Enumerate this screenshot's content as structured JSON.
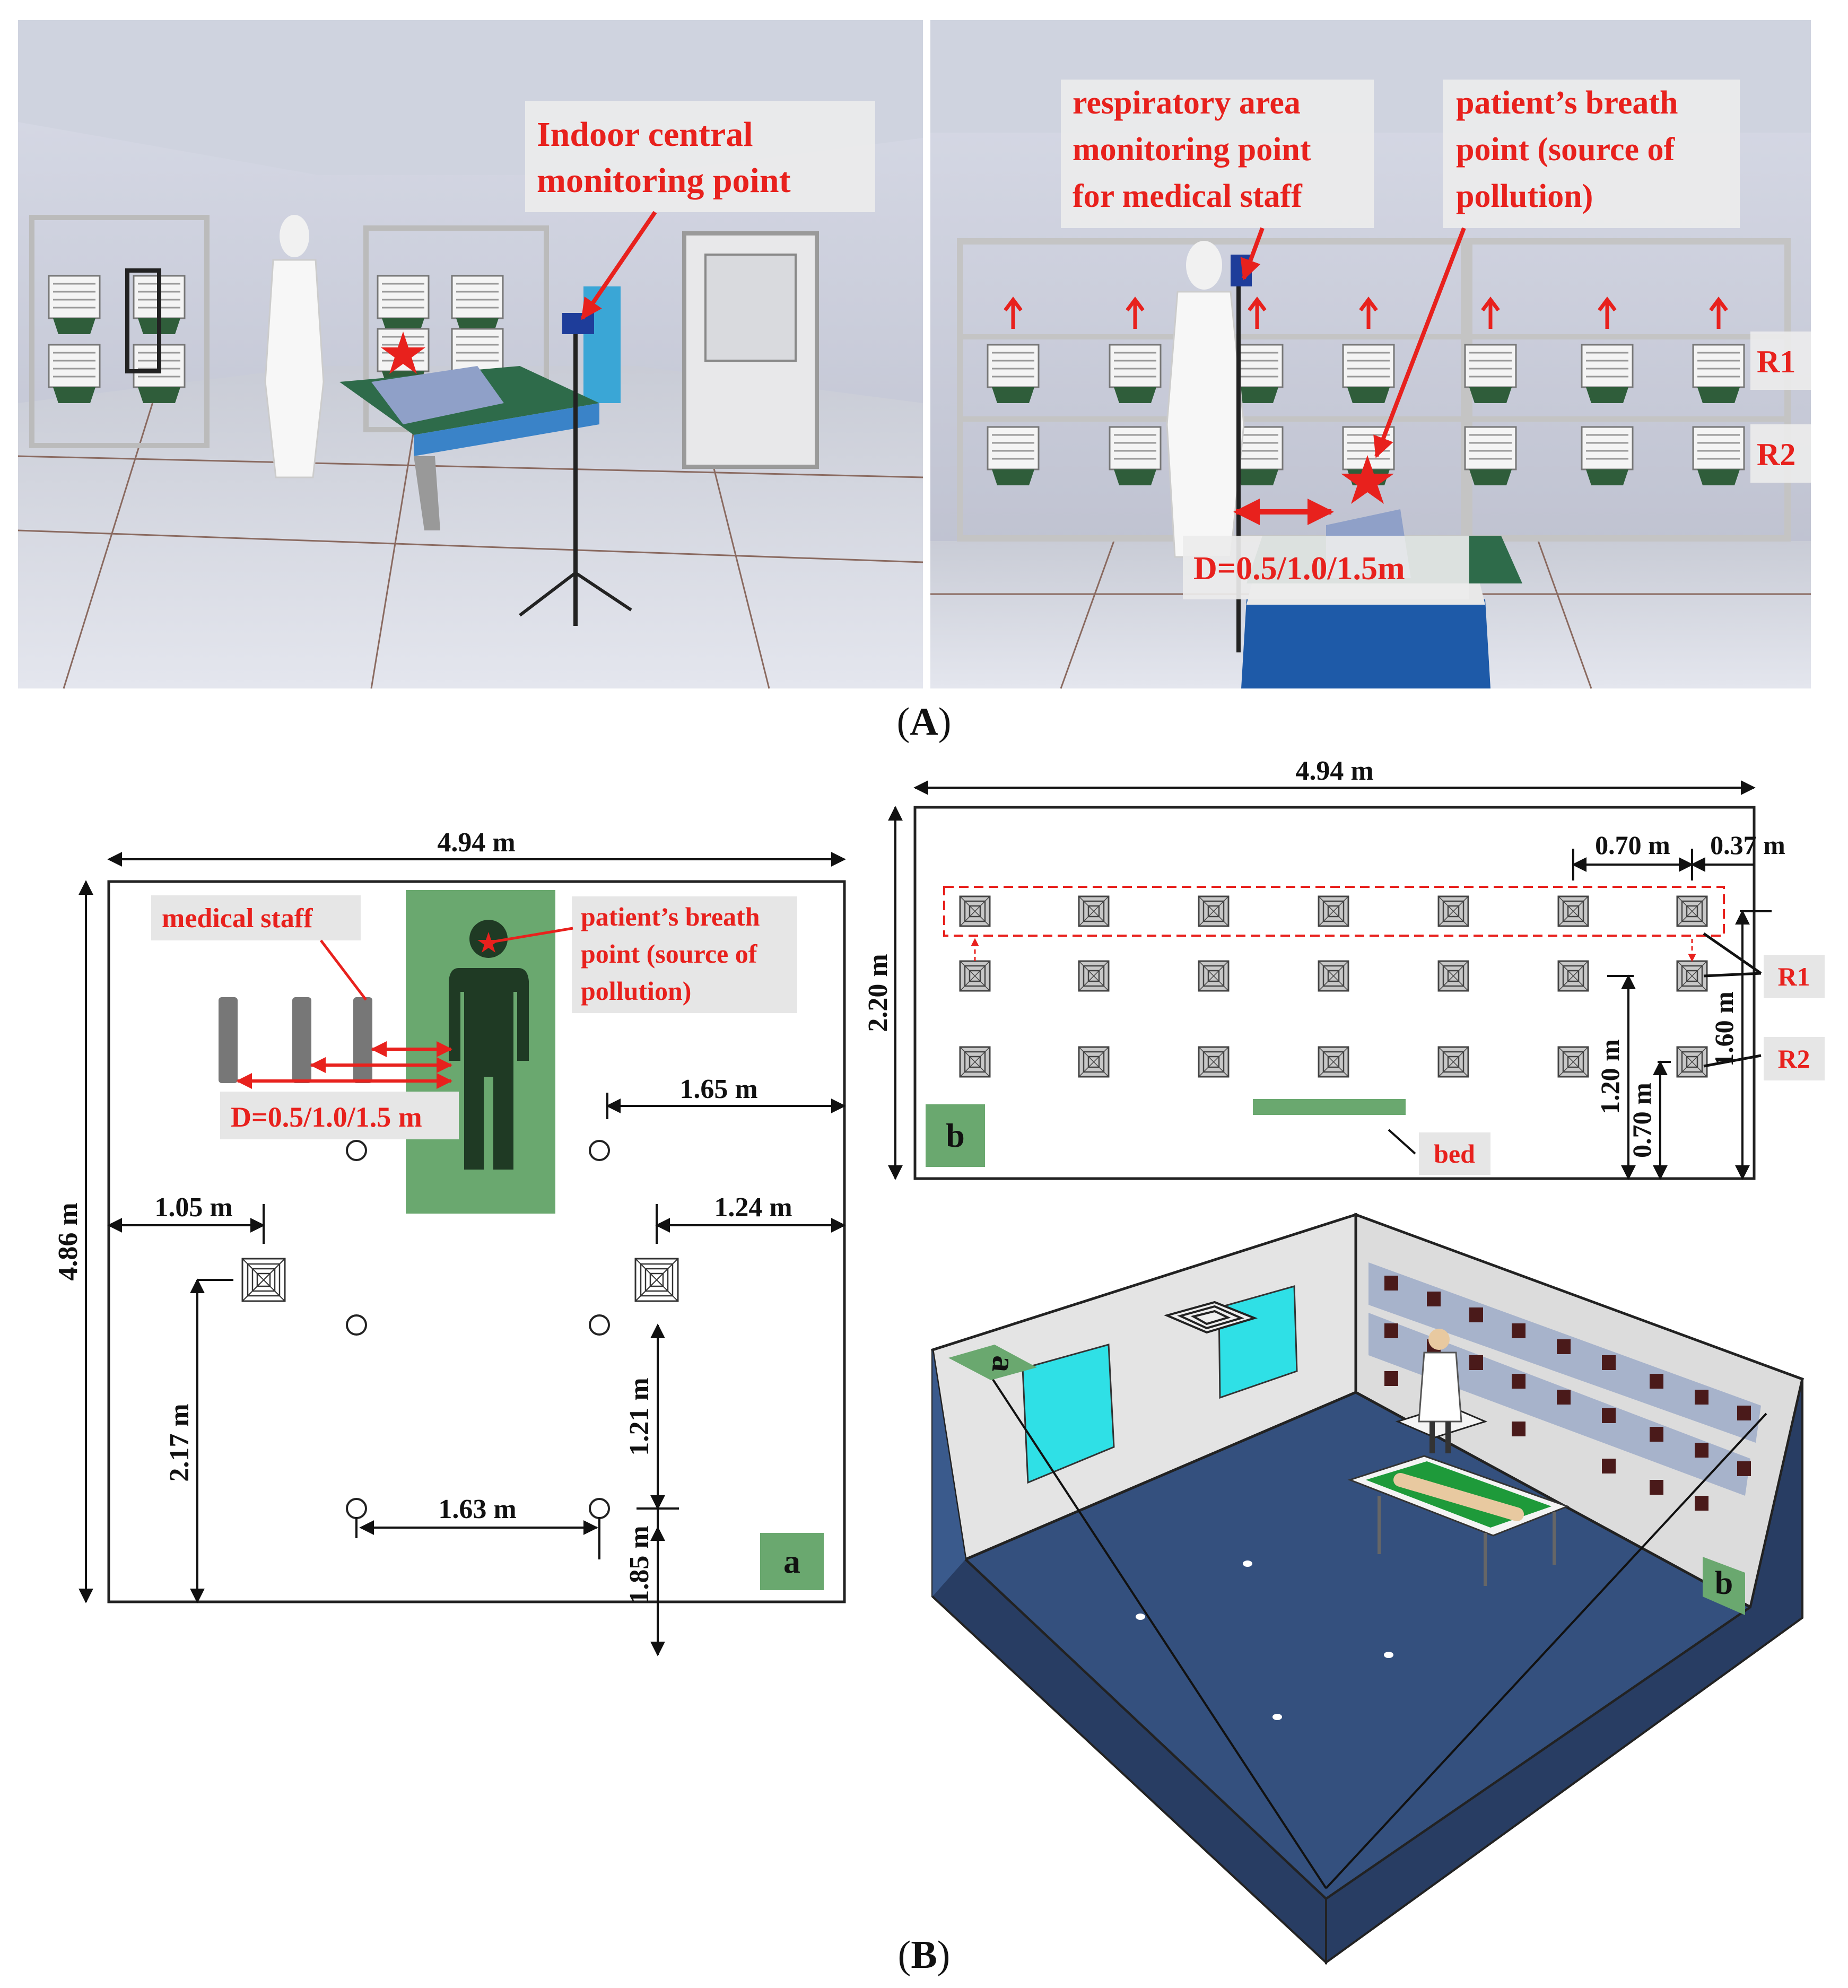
{
  "panelA": {
    "caption_open": "(",
    "caption_letter": "A",
    "caption_close": ")",
    "photo1": {
      "label_line1": "Indoor central",
      "label_line2": "monitoring point"
    },
    "photo2": {
      "label_staff_line1": "respiratory area",
      "label_staff_line2": "monitoring point",
      "label_staff_line3": "for medical staff",
      "label_patient_line1": "patient’s breath",
      "label_patient_line2": "point (source of",
      "label_patient_line3": "pollution)",
      "distance_label": "D=0.5/1.0/1.5m",
      "row1": "R1",
      "row2": "R2"
    }
  },
  "panelB": {
    "caption_open": "(",
    "caption_letter": "B",
    "caption_close": ")",
    "planA": {
      "width_dim": "4.94 m",
      "height_dim": "4.86 m",
      "staff_label": "medical staff",
      "patient_line1": "patient’s breath",
      "patient_line2": "point (source of",
      "patient_line3": "pollution)",
      "distance_label": "D=0.5/1.0/1.5 m",
      "dim_165": "1.65 m",
      "dim_105": "1.05 m",
      "dim_124": "1.24 m",
      "dim_217": "2.17 m",
      "dim_121": "1.21 m",
      "dim_163": "1.63 m",
      "dim_185": "1.85 m",
      "tag": "a"
    },
    "elevationB": {
      "width_dim": "4.94 m",
      "height_dim": "2.20 m",
      "dim_070_top": "0.70 m",
      "dim_037": "0.37 m",
      "dim_160": "1.60 m",
      "dim_120": "1.20 m",
      "dim_070_side": "0.70 m",
      "row1": "R1",
      "row2": "R2",
      "bed": "bed",
      "tag": "b"
    },
    "model3d": {
      "tag_a": "a",
      "tag_b": "b"
    }
  },
  "colors": {
    "red": "#e8211d",
    "green_zone": "#6aa86f",
    "figure": "#1f3a24",
    "floor": "#34507e",
    "wall": "#e3e3e3",
    "window": "#2fe0e6",
    "label_bg": "#e6e6e6"
  }
}
